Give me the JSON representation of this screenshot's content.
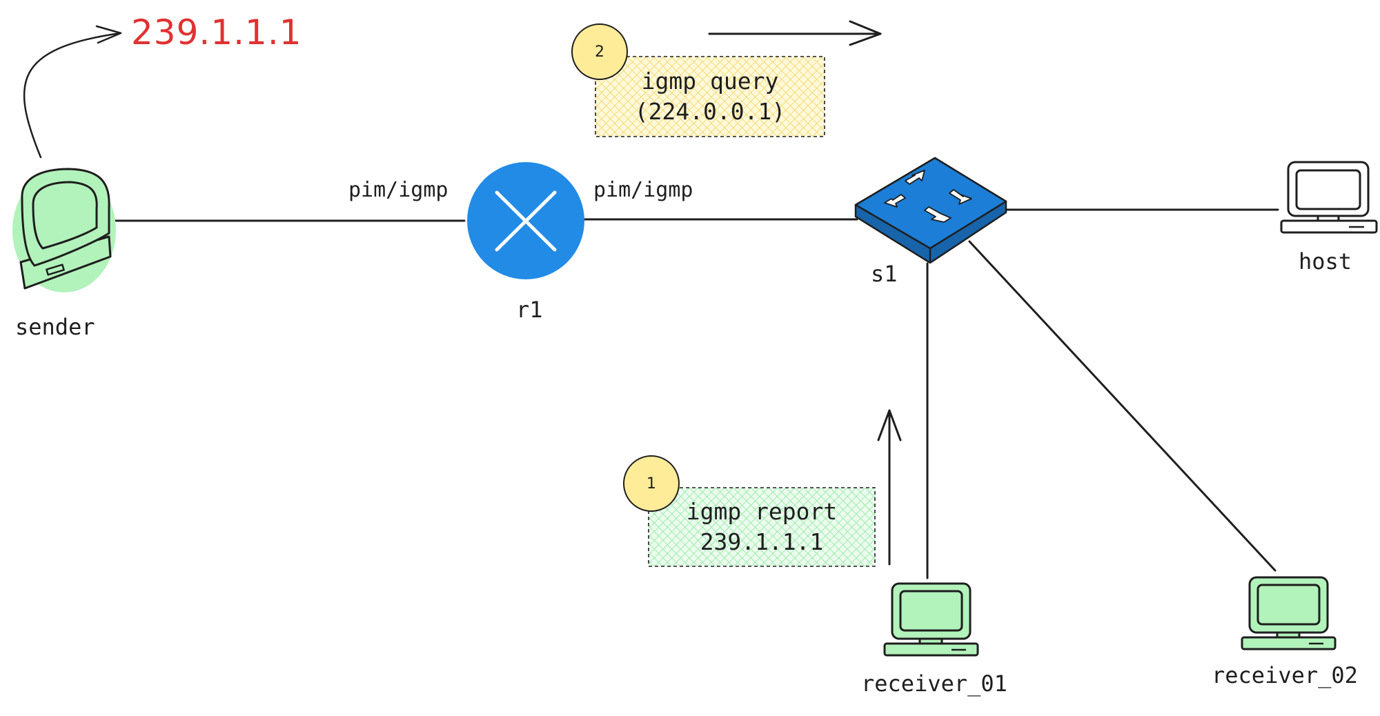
{
  "multicast_group": "239.1.1.1",
  "nodes": {
    "sender": "sender",
    "router": "r1",
    "switch": "s1",
    "host": "host",
    "receiver_01": "receiver_01",
    "receiver_02": "receiver_02"
  },
  "links": {
    "sender_r1": "pim/igmp",
    "r1_s1": "pim/igmp"
  },
  "steps": [
    {
      "number": "1",
      "line1": "igmp report",
      "line2": "239.1.1.1"
    },
    {
      "number": "2",
      "line1": "igmp query",
      "line2": "(224.0.0.1)"
    }
  ],
  "colors": {
    "stroke": "#1e1e1e",
    "router": "#228be6",
    "switch": "#1971c2",
    "multicast_group": "#e03131",
    "receiver_fill": "#b2f2bb",
    "step_badge": "#ffec99",
    "query_box": "#ffec99",
    "report_box": "#b2f2bb"
  },
  "icons": {
    "sender": "monitor-icon",
    "router": "router-icon",
    "switch": "switch-icon",
    "host": "laptop-icon",
    "receivers": "desktop-computer-icon"
  }
}
